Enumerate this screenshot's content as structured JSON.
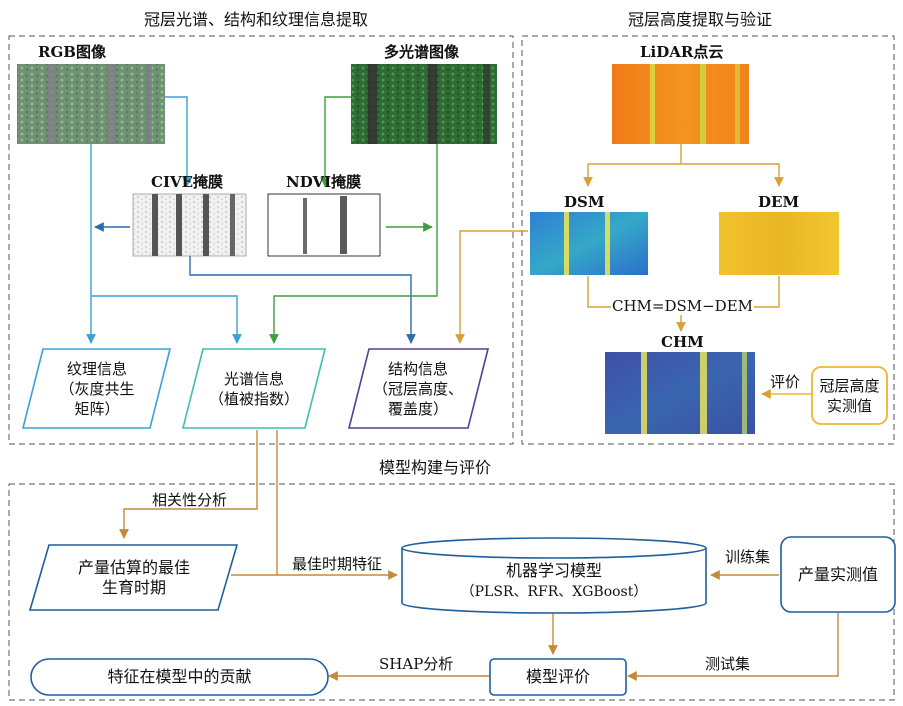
{
  "sections": {
    "extraction_title": "冠层光谱、结构和纹理信息提取",
    "height_title": "冠层高度提取与验证",
    "model_title": "模型构建与评价"
  },
  "images": {
    "rgb": "RGB图像",
    "multispectral": "多光谱图像",
    "cive": "CIVE掩膜",
    "ndvi": "NDVI掩膜",
    "lidar": "LiDAR点云",
    "dsm": "DSM",
    "dem": "DEM",
    "chm": "CHM"
  },
  "nodes": {
    "texture": "纹理信息\n（灰度共生\n矩阵）",
    "spectral": "光谱信息\n（植被指数）",
    "structure": "结构信息\n（冠层高度、\n覆盖度）",
    "canopy_height_measured": "冠层高度\n实测值",
    "optimal_period": "产量估算的最佳\n生育时期",
    "ml_model_title": "机器学习模型",
    "ml_model_methods": "（PLSR、RFR、XGBoost）",
    "yield_measured": "产量实测值",
    "model_eval": "模型评价",
    "feature_contribution": "特征在模型中的贡献"
  },
  "edge_labels": {
    "chm_formula": "CHM=DSM−DEM",
    "evaluate": "评价",
    "correlation": "相关性分析",
    "best_period_features": "最佳时期特征",
    "train_set": "训练集",
    "test_set": "测试集",
    "shap": "SHAP分析"
  },
  "colors": {
    "blue_arrow": "#3aa0d8",
    "green_arrow": "#3f9e3f",
    "orange_arrow": "#d9a03a",
    "dark_blue_arrow": "#2a6db0",
    "texture_border": "#3aa0d8",
    "spectral_border": "#3abfb0",
    "structure_border": "#5a3c96",
    "measured_border": "#f2b233",
    "model_border": "#1f5f9e"
  }
}
